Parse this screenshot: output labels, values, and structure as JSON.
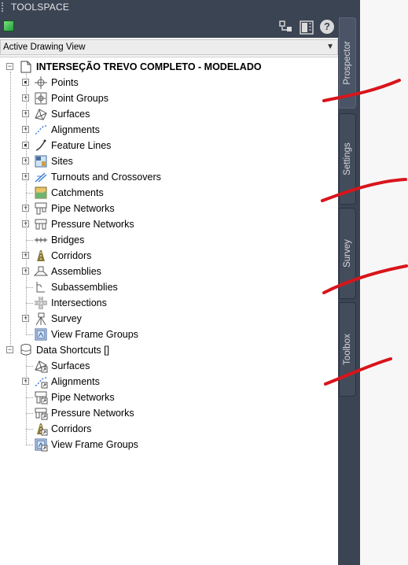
{
  "panel": {
    "title": "TOOLSPACE"
  },
  "toolbar": {
    "help_label": "?"
  },
  "view_select": {
    "value": "Active Drawing View"
  },
  "tree": {
    "drawing": {
      "label": "INTERSEÇÃO TREVO COMPLETO - MODELADO",
      "items": [
        {
          "label": "Points",
          "icon": "points-icon"
        },
        {
          "label": "Point Groups",
          "icon": "point-groups-icon"
        },
        {
          "label": "Surfaces",
          "icon": "surfaces-icon"
        },
        {
          "label": "Alignments",
          "icon": "alignments-icon"
        },
        {
          "label": "Feature Lines",
          "icon": "feature-lines-icon"
        },
        {
          "label": "Sites",
          "icon": "sites-icon"
        },
        {
          "label": "Turnouts and Crossovers",
          "icon": "turnouts-icon"
        },
        {
          "label": "Catchments",
          "icon": "catchments-icon"
        },
        {
          "label": "Pipe Networks",
          "icon": "pipe-networks-icon"
        },
        {
          "label": "Pressure Networks",
          "icon": "pressure-networks-icon"
        },
        {
          "label": "Bridges",
          "icon": "bridges-icon"
        },
        {
          "label": "Corridors",
          "icon": "corridors-icon"
        },
        {
          "label": "Assemblies",
          "icon": "assemblies-icon"
        },
        {
          "label": "Subassemblies",
          "icon": "subassemblies-icon"
        },
        {
          "label": "Intersections",
          "icon": "intersections-icon"
        },
        {
          "label": "Survey",
          "icon": "survey-icon"
        },
        {
          "label": "View Frame Groups",
          "icon": "view-frame-groups-icon"
        }
      ]
    },
    "shortcuts": {
      "label": "Data Shortcuts []",
      "items": [
        {
          "label": "Surfaces",
          "icon": "surfaces-shortcut-icon"
        },
        {
          "label": "Alignments",
          "icon": "alignments-shortcut-icon"
        },
        {
          "label": "Pipe Networks",
          "icon": "pipe-networks-shortcut-icon"
        },
        {
          "label": "Pressure Networks",
          "icon": "pressure-networks-shortcut-icon"
        },
        {
          "label": "Corridors",
          "icon": "corridors-shortcut-icon"
        },
        {
          "label": "View Frame Groups",
          "icon": "view-frame-groups-shortcut-icon"
        }
      ]
    }
  },
  "tabs": [
    "Prospector",
    "Settings",
    "Survey",
    "Toolbox"
  ],
  "colors": {
    "header_bg": "#3b4453",
    "tree_bg": "#ffffff",
    "annotation_red": "#d9141b"
  }
}
